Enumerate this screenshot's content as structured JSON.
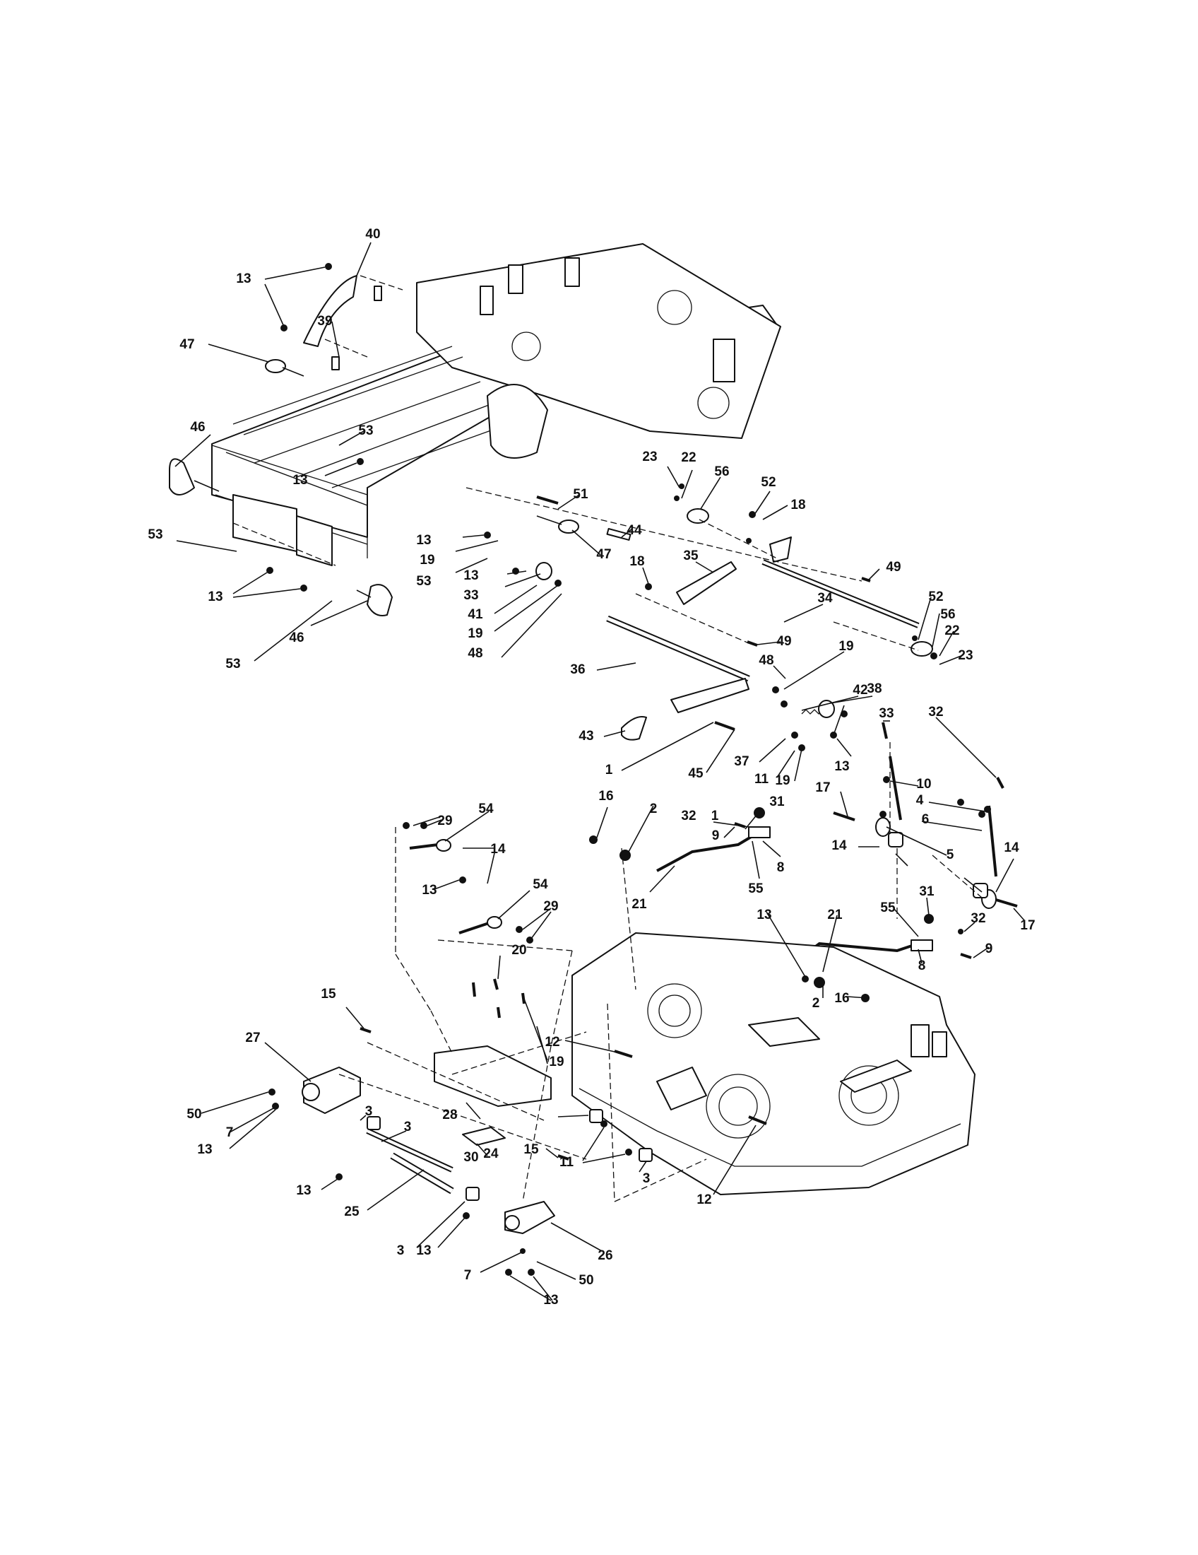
{
  "diagram": {
    "type": "exploded-parts-diagram",
    "labels": [
      {
        "id": "40",
        "text": "40"
      },
      {
        "id": "13a",
        "text": "13"
      },
      {
        "id": "39",
        "text": "39"
      },
      {
        "id": "47a",
        "text": "47"
      },
      {
        "id": "46a",
        "text": "46"
      },
      {
        "id": "53a",
        "text": "53"
      },
      {
        "id": "13b",
        "text": "13"
      },
      {
        "id": "53b",
        "text": "53"
      },
      {
        "id": "13c",
        "text": "13"
      },
      {
        "id": "46b",
        "text": "46"
      },
      {
        "id": "53c",
        "text": "53"
      },
      {
        "id": "13d",
        "text": "13"
      },
      {
        "id": "19a",
        "text": "19"
      },
      {
        "id": "53d",
        "text": "53"
      },
      {
        "id": "51",
        "text": "51"
      },
      {
        "id": "13e",
        "text": "13"
      },
      {
        "id": "33a",
        "text": "33"
      },
      {
        "id": "41",
        "text": "41"
      },
      {
        "id": "19b",
        "text": "19"
      },
      {
        "id": "48a",
        "text": "48"
      },
      {
        "id": "47b",
        "text": "47"
      },
      {
        "id": "44",
        "text": "44"
      },
      {
        "id": "23a",
        "text": "23"
      },
      {
        "id": "22a",
        "text": "22"
      },
      {
        "id": "56a",
        "text": "56"
      },
      {
        "id": "52a",
        "text": "52"
      },
      {
        "id": "18a",
        "text": "18"
      },
      {
        "id": "18b",
        "text": "18"
      },
      {
        "id": "35",
        "text": "35"
      },
      {
        "id": "49a",
        "text": "49"
      },
      {
        "id": "34",
        "text": "34"
      },
      {
        "id": "49b",
        "text": "49"
      },
      {
        "id": "52b",
        "text": "52"
      },
      {
        "id": "56b",
        "text": "56"
      },
      {
        "id": "22b",
        "text": "22"
      },
      {
        "id": "23b",
        "text": "23"
      },
      {
        "id": "36",
        "text": "36"
      },
      {
        "id": "48b",
        "text": "48"
      },
      {
        "id": "19c",
        "text": "19"
      },
      {
        "id": "42",
        "text": "42"
      },
      {
        "id": "38",
        "text": "38"
      },
      {
        "id": "33b",
        "text": "33"
      },
      {
        "id": "43",
        "text": "43"
      },
      {
        "id": "1a",
        "text": "1"
      },
      {
        "id": "45",
        "text": "45"
      },
      {
        "id": "37",
        "text": "37"
      },
      {
        "id": "11a",
        "text": "11"
      },
      {
        "id": "19d",
        "text": "19"
      },
      {
        "id": "13f",
        "text": "13"
      },
      {
        "id": "32a",
        "text": "32"
      },
      {
        "id": "10",
        "text": "10"
      },
      {
        "id": "4",
        "text": "4"
      },
      {
        "id": "17a",
        "text": "17"
      },
      {
        "id": "14a",
        "text": "14"
      },
      {
        "id": "6",
        "text": "6"
      },
      {
        "id": "5",
        "text": "5"
      },
      {
        "id": "14b",
        "text": "14"
      },
      {
        "id": "17b",
        "text": "17"
      },
      {
        "id": "32b",
        "text": "32"
      },
      {
        "id": "1b",
        "text": "1"
      },
      {
        "id": "31a",
        "text": "31"
      },
      {
        "id": "9a",
        "text": "9"
      },
      {
        "id": "16a",
        "text": "16"
      },
      {
        "id": "2a",
        "text": "2"
      },
      {
        "id": "8a",
        "text": "8"
      },
      {
        "id": "55a",
        "text": "55"
      },
      {
        "id": "21a",
        "text": "21"
      },
      {
        "id": "29a",
        "text": "29"
      },
      {
        "id": "54a",
        "text": "54"
      },
      {
        "id": "14c",
        "text": "14"
      },
      {
        "id": "13g",
        "text": "13"
      },
      {
        "id": "54b",
        "text": "54"
      },
      {
        "id": "29b",
        "text": "29"
      },
      {
        "id": "13h",
        "text": "13"
      },
      {
        "id": "21b",
        "text": "21"
      },
      {
        "id": "55b",
        "text": "55"
      },
      {
        "id": "31b",
        "text": "31"
      },
      {
        "id": "32c",
        "text": "32"
      },
      {
        "id": "9b",
        "text": "9"
      },
      {
        "id": "8b",
        "text": "8"
      },
      {
        "id": "16b",
        "text": "16"
      },
      {
        "id": "2b",
        "text": "2"
      },
      {
        "id": "20",
        "text": "20"
      },
      {
        "id": "15a",
        "text": "15"
      },
      {
        "id": "12a",
        "text": "12"
      },
      {
        "id": "27",
        "text": "27"
      },
      {
        "id": "19e",
        "text": "19"
      },
      {
        "id": "3a",
        "text": "3"
      },
      {
        "id": "50a",
        "text": "50"
      },
      {
        "id": "7a",
        "text": "7"
      },
      {
        "id": "13i",
        "text": "13"
      },
      {
        "id": "28",
        "text": "28"
      },
      {
        "id": "3b",
        "text": "3"
      },
      {
        "id": "24",
        "text": "24"
      },
      {
        "id": "30",
        "text": "30"
      },
      {
        "id": "15b",
        "text": "15"
      },
      {
        "id": "11b",
        "text": "11"
      },
      {
        "id": "3c",
        "text": "3"
      },
      {
        "id": "12b",
        "text": "12"
      },
      {
        "id": "13j",
        "text": "13"
      },
      {
        "id": "25",
        "text": "25"
      },
      {
        "id": "3d",
        "text": "3"
      },
      {
        "id": "13k",
        "text": "13"
      },
      {
        "id": "26",
        "text": "26"
      },
      {
        "id": "7b",
        "text": "7"
      },
      {
        "id": "50b",
        "text": "50"
      },
      {
        "id": "13l",
        "text": "13"
      }
    ]
  }
}
